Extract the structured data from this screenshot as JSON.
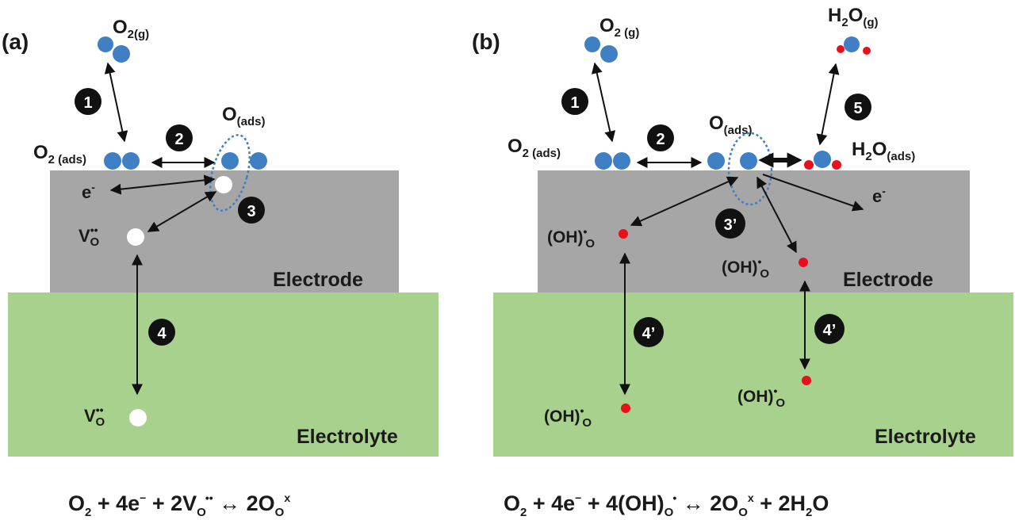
{
  "panel_a": {
    "label": "(a)",
    "o2_gas": {
      "base": "O",
      "sub": "2(g)"
    },
    "o2_ads": {
      "base": "O",
      "sub": "2 (ads)"
    },
    "o_ads": {
      "base": "O",
      "sub": "(ads)"
    },
    "electron": {
      "base": "e",
      "sup": "-"
    },
    "vacancy_electrode": {
      "base": "V",
      "sup": "••",
      "sub": "O"
    },
    "vacancy_electrolyte": {
      "base": "V",
      "sup": "••",
      "sub": "O"
    },
    "electrode_label": "Electrode",
    "electrolyte_label": "Electrolyte",
    "steps": [
      "1",
      "2",
      "3",
      "4"
    ],
    "equation": {
      "p1": "O",
      "s1": "2",
      "p2": " + 4e",
      "sup2": "−",
      "p3": " + 2V",
      "s3": "O",
      "sup3": "••",
      "p4": " ↔ 2O",
      "s4": "O",
      "sup4": "x"
    }
  },
  "panel_b": {
    "label": "(b)",
    "o2_gas": {
      "base": "O",
      "sub": "2 (g)"
    },
    "h2o_gas": {
      "b1": "H",
      "s1": "2",
      "b2": "O",
      "s2": "(g)"
    },
    "o2_ads": {
      "base": "O",
      "sub": "2 (ads)"
    },
    "o_ads": {
      "base": "O",
      "sub": "(ads)"
    },
    "h2o_ads": {
      "b1": "H",
      "s1": "2",
      "b2": "O",
      "s2": "(ads)"
    },
    "electron": {
      "base": "e",
      "sup": "-"
    },
    "hydroxide": {
      "base": "(OH)",
      "sup": "•",
      "sub": "O"
    },
    "electrode_label": "Electrode",
    "electrolyte_label": "Electrolyte",
    "steps": [
      "1",
      "2",
      "3’",
      "4’",
      "4’",
      "5"
    ],
    "equation": {
      "p1": "O",
      "s1": "2",
      "p2": " + 4e",
      "sup2": "−",
      "p3": " + 4(OH)",
      "s3": "O",
      "sup3": "•",
      "p4": " ↔ 2O",
      "s4": "O",
      "sup4": "x",
      "p5": " + 2H",
      "s5": "2",
      "p6": "O"
    }
  },
  "colors": {
    "electrode": "#a6a6a6",
    "electrolyte": "#a9d18e",
    "oxygen": "#3f7fc4",
    "hydrogen": "#e8101a",
    "vacancy": "#ffffff",
    "dashed_ellipse": "#3f7fc4",
    "step_badge": "#111111"
  }
}
